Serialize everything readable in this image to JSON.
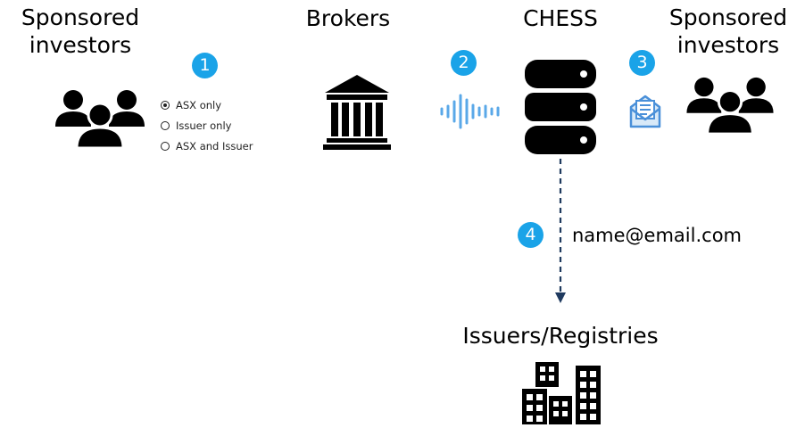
{
  "labels": {
    "sponsored_left": [
      "Sponsored",
      "investors"
    ],
    "brokers": "Brokers",
    "chess": "CHESS",
    "sponsored_right": [
      "Sponsored",
      "investors"
    ],
    "issuers": "Issuers/Registries"
  },
  "steps": [
    "1",
    "2",
    "3",
    "4"
  ],
  "radio_options": [
    {
      "label": "ASX only",
      "checked": true
    },
    {
      "label": "Issuer only",
      "checked": false
    },
    {
      "label": "ASX and Issuer",
      "checked": false
    }
  ],
  "email_address": "name@email.com",
  "colors": {
    "step_badge": "#1aa3e8",
    "wave": "#5aa8e8",
    "dashed_line": "#1f3a5f",
    "envelope": "#4a90d9"
  },
  "icons": {
    "investors": "people-group-icon",
    "brokers": "bank-building-icon",
    "wave": "sound-wave-icon",
    "chess": "database-icon",
    "email": "envelope-icon",
    "issuers": "city-buildings-icon"
  }
}
